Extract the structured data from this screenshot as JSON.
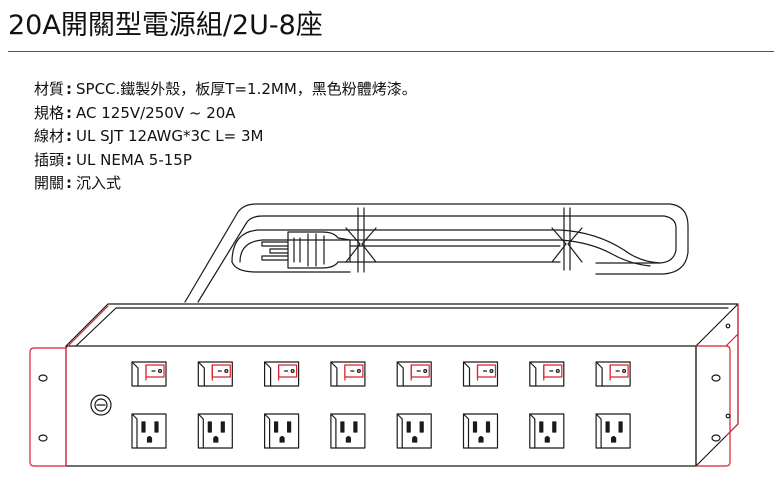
{
  "title": "20A開關型電源組/2U-8座",
  "specs": [
    {
      "label": "材質",
      "sep": ":",
      "value": "SPCC.鐵製外殼，板厚T=1.2MM，黑色粉體烤漆。"
    },
    {
      "label": "規格",
      "sep": ":",
      "value": "AC 125V/250V ~ 20A"
    },
    {
      "label": "線材",
      "sep": ":",
      "value": "UL SJT 12AWG*3C L= 3M"
    },
    {
      "label": "插頭",
      "sep": ":",
      "value": "UL NEMA 5-15P"
    },
    {
      "label": "開關",
      "sep": ":",
      "value": "沉入式"
    }
  ],
  "drawing": {
    "outlet_count": 8,
    "colors": {
      "line": "#1a1a1a",
      "accent": "#d9232e"
    },
    "icons": [
      "rocker-switch-icon",
      "outlet-icon",
      "circuit-breaker-icon",
      "plug-icon",
      "mounting-hole-icon"
    ]
  }
}
